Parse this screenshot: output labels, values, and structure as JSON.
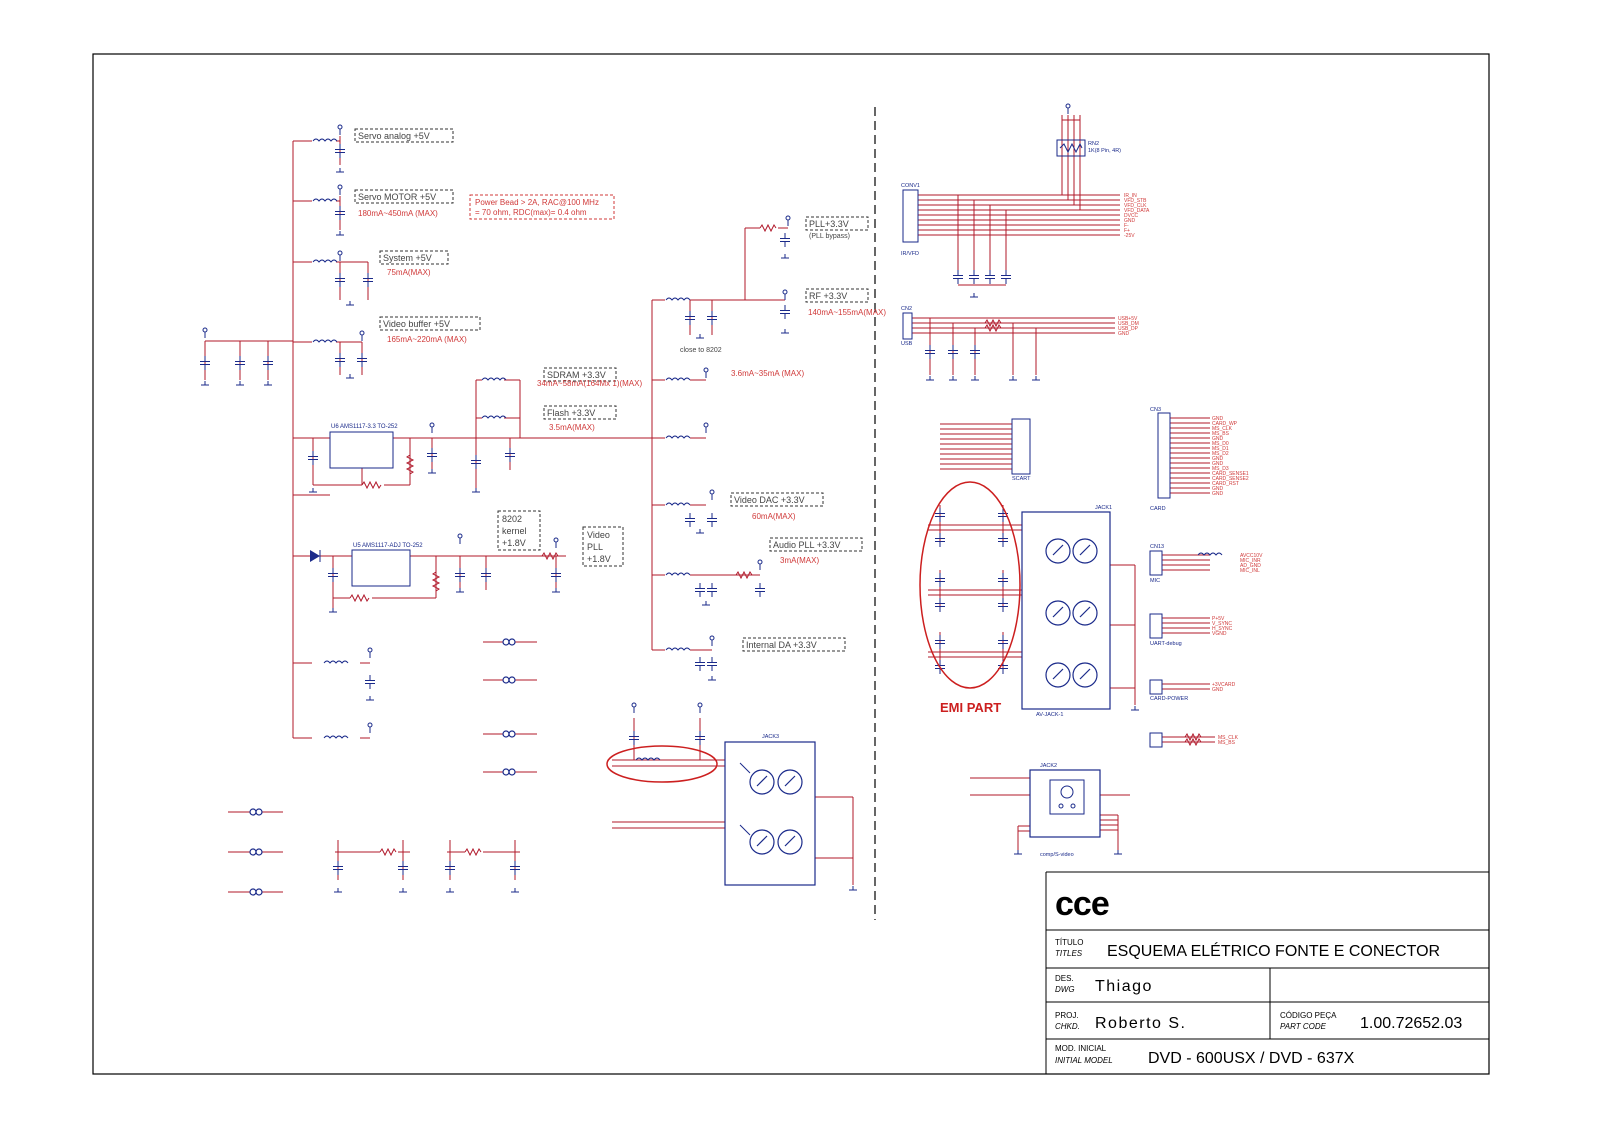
{
  "sections": {
    "servo_analog": "Servo analog +5V",
    "servo_motor": "Servo MOTOR +5V",
    "servo_motor_current": "180mA~450mA (MAX)",
    "system": "System +5V",
    "system_current": "75mA(MAX)",
    "video_buffer": "Video buffer +5V",
    "video_buffer_current": "165mA~220mA (MAX)",
    "sdram": "SDRAM +3.3V",
    "sdram_current": "34mA~58mA(164Mx 1)(MAX)",
    "flash": "Flash +3.3V",
    "flash_current": "3.5mA(MAX)",
    "svcard_current": "3.6mA~35mA (MAX)",
    "pll": "PLL+3.3V",
    "pll_note": "(PLL bypass)",
    "rf": "RF +3.3V",
    "rf_current": "140mA~155mA(MAX)",
    "video_dac": "Video DAC +3.3V",
    "video_dac_current": "60mA(MAX)",
    "audio_pll": "Audio PLL +3.3V",
    "audio_pll_current": "3mA(MAX)",
    "internal_da": "Internal DA +3.3V",
    "kernel_l1": "8202",
    "kernel_l2": "kernel",
    "kernel_l3": "+1.8V",
    "vpll_l1": "Video",
    "vpll_l2": "PLL",
    "vpll_l3": "+1.8V",
    "close_to": "close to 8202"
  },
  "note": {
    "line1": "Power Bead > 2A, RAC@100 MHz",
    "line2": "= 70 ohm, RDC(max)= 0.4 ohm"
  },
  "regulators": {
    "u6": "U6   AMS1117-3.3 TO-252",
    "u5": "U5   AMS1117-ADJ TO-252"
  },
  "connectors": {
    "conv1": "CONV1",
    "irvfd": "IR/VFD",
    "cn2": "CN2",
    "usb": "USB",
    "cn3": "CN3",
    "card": "CARD",
    "cn13": "CN13",
    "mic": "MIC",
    "jack1": "JACK1",
    "avjack": "AV-JACK-1",
    "jack2": "JACK2",
    "compvideo": "comp/S-video",
    "jack3": "JACK3",
    "scart": "SCART",
    "uart": "UART-debug",
    "cardpower": "CARD-POWER",
    "rn2": "RN2",
    "rn2_val": "1K(8 Pin, 4R)"
  },
  "signals_right": {
    "vfd": [
      "IR_IN",
      "VFD_STB",
      "VFD_CLK",
      "VFD_DATA",
      "DVCC",
      "GND",
      "F-",
      "F+",
      "-25V"
    ],
    "usb": [
      "USB+5V",
      "USB_DM",
      "USB_DP",
      "GND"
    ],
    "card": [
      "GND",
      "CARD_WP",
      "MS_CLK",
      "MS_BS",
      "GND",
      "MS_D0",
      "MS_D1",
      "MS_D2",
      "GND",
      "GND",
      "MS_D3",
      "CARD_SENSE1",
      "CARD_SENSE2",
      "CARD_RST",
      "GND",
      "GND"
    ],
    "mic": [
      "AVCC10V",
      "MIC_INR",
      "AD_GND",
      "MIC_INL"
    ],
    "uart": [
      "P+5V",
      "V_SYNC",
      "H_SYNC",
      "VGND"
    ],
    "cardpower": [
      "+3VCARD",
      "GND"
    ],
    "misc": [
      "MS_CLK",
      "MS_BS"
    ]
  },
  "emi_label": "EMI PART",
  "title_block": {
    "logo": "cce",
    "title_label": "TÍTULO",
    "title_label_en": "TITLES",
    "title": "ESQUEMA  ELÉTRICO FONTE E CONECTOR",
    "des_label": "DES.",
    "des_label_en": "DWG",
    "designer": "Thiago",
    "proj_label": "PROJ.",
    "proj_label_en": "CHKD.",
    "checker": "Roberto S.",
    "code_label": "CÓDIGO PEÇA",
    "code_label_en": "PART CODE",
    "code": "1.00.72652.03",
    "model_label": "MOD. INICIAL",
    "model_label_en": "INITIAL MODEL",
    "model": "DVD - 600USX / DVD - 637X"
  },
  "colors": {
    "wire": "#b0182a",
    "component": "#1a2a8a",
    "label_red": "#d03a3a",
    "emi": "#cc1f1f",
    "frame": "#000000"
  }
}
